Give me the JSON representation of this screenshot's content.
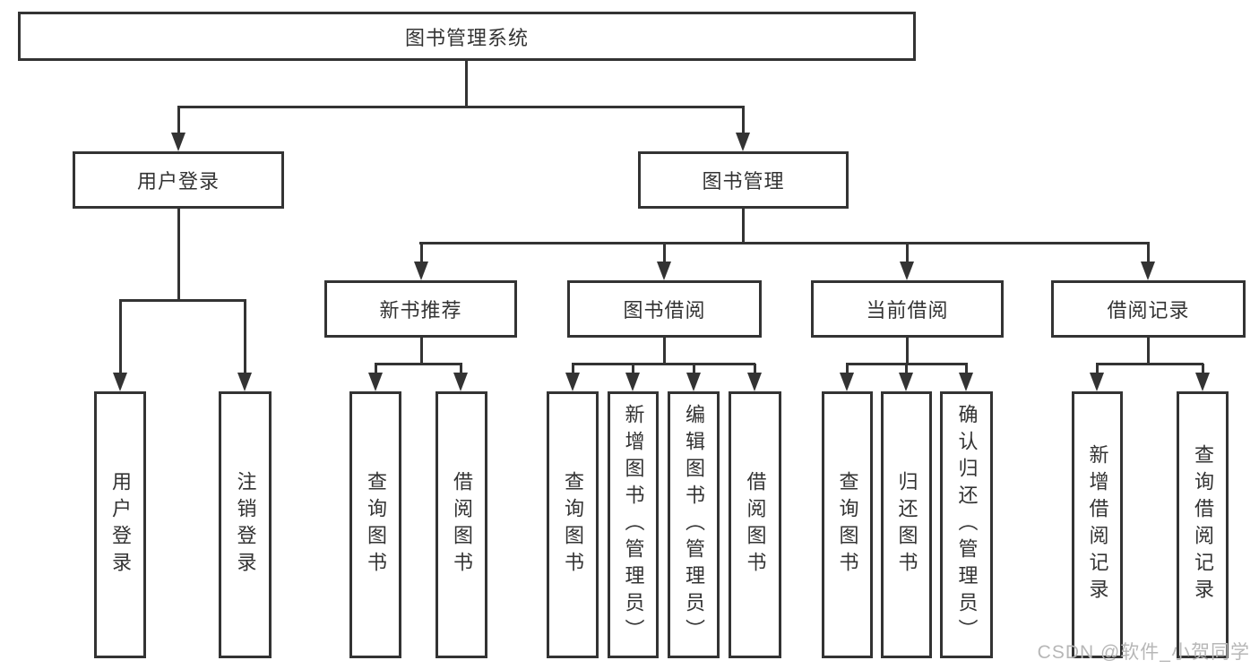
{
  "diagram": {
    "title": "图书管理系统",
    "type": "function-structure-tree",
    "watermark": "CSDN @软件_小贺同学",
    "colors": {
      "line": "#333333",
      "text": "#333333",
      "box_background": "#ffffff",
      "watermark": "#b7b7b7"
    },
    "nodes": [
      {
        "id": "root",
        "label": "图书管理系统",
        "parent": null
      },
      {
        "id": "user-login",
        "label": "用户登录",
        "parent": "root"
      },
      {
        "id": "book-mgmt",
        "label": "图书管理",
        "parent": "root"
      },
      {
        "id": "new-book-rec",
        "label": "新书推荐",
        "parent": "book-mgmt"
      },
      {
        "id": "book-borrow",
        "label": "图书借阅",
        "parent": "book-mgmt"
      },
      {
        "id": "current-borrow",
        "label": "当前借阅",
        "parent": "book-mgmt"
      },
      {
        "id": "borrow-record",
        "label": "借阅记录",
        "parent": "book-mgmt"
      },
      {
        "id": "user-login-action",
        "label": "用户登录",
        "parent": "user-login"
      },
      {
        "id": "logout-action",
        "label": "注销登录",
        "parent": "user-login"
      },
      {
        "id": "newrec-query-book",
        "label": "查询图书",
        "parent": "new-book-rec"
      },
      {
        "id": "newrec-borrow-book",
        "label": "借阅图书",
        "parent": "new-book-rec"
      },
      {
        "id": "borrow-query-book",
        "label": "查询图书",
        "parent": "book-borrow"
      },
      {
        "id": "borrow-add-book",
        "label": "新增图书（管理员）",
        "parent": "book-borrow"
      },
      {
        "id": "borrow-edit-book",
        "label": "编辑图书（管理员）",
        "parent": "book-borrow"
      },
      {
        "id": "borrow-borrow-book",
        "label": "借阅图书",
        "parent": "book-borrow"
      },
      {
        "id": "current-query-book",
        "label": "查询图书",
        "parent": "current-borrow"
      },
      {
        "id": "current-return-book",
        "label": "归还图书",
        "parent": "current-borrow"
      },
      {
        "id": "current-confirm-return",
        "label": "确认归还（管理员）",
        "parent": "current-borrow"
      },
      {
        "id": "record-add",
        "label": "新增借阅记录",
        "parent": "borrow-record"
      },
      {
        "id": "record-query",
        "label": "查询借阅记录",
        "parent": "borrow-record"
      }
    ]
  }
}
